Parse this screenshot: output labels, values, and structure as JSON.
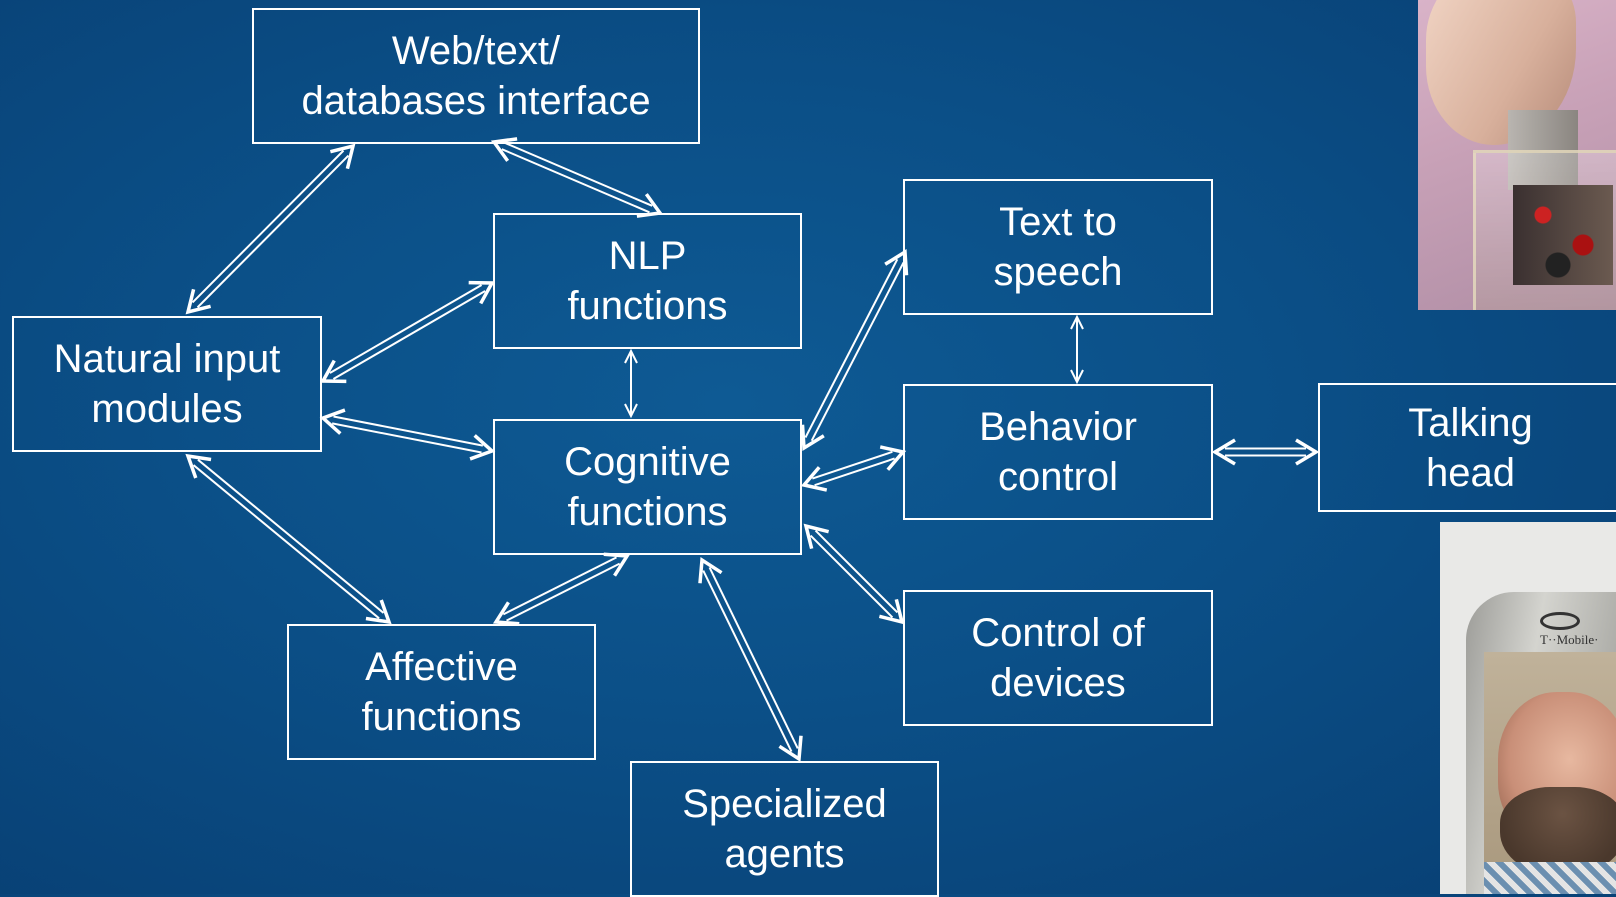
{
  "nodes": {
    "web_interface": "Web/text/\ndatabases interface",
    "nlp_functions": "NLP\nfunctions",
    "natural_input": "Natural input\nmodules",
    "cognitive_functions": "Cognitive\nfunctions",
    "affective_functions": "Affective\nfunctions",
    "specialized_agents": "Specialized\nagents",
    "text_to_speech": "Text to\nspeech",
    "behavior_control": "Behavior\ncontrol",
    "control_of_devices": "Control of\ndevices",
    "talking_head": "Talking\nhead"
  },
  "edges": [
    {
      "from": "natural_input",
      "to": "web_interface",
      "style": "bidirectional"
    },
    {
      "from": "web_interface",
      "to": "nlp_functions",
      "style": "bidirectional"
    },
    {
      "from": "natural_input",
      "to": "nlp_functions",
      "style": "bidirectional"
    },
    {
      "from": "natural_input",
      "to": "cognitive_functions",
      "style": "bidirectional"
    },
    {
      "from": "natural_input",
      "to": "affective_functions",
      "style": "bidirectional"
    },
    {
      "from": "nlp_functions",
      "to": "cognitive_functions",
      "style": "bidirectional-thin"
    },
    {
      "from": "cognitive_functions",
      "to": "affective_functions",
      "style": "bidirectional"
    },
    {
      "from": "cognitive_functions",
      "to": "specialized_agents",
      "style": "bidirectional"
    },
    {
      "from": "cognitive_functions",
      "to": "text_to_speech",
      "style": "bidirectional"
    },
    {
      "from": "cognitive_functions",
      "to": "behavior_control",
      "style": "bidirectional"
    },
    {
      "from": "cognitive_functions",
      "to": "control_of_devices",
      "style": "bidirectional"
    },
    {
      "from": "text_to_speech",
      "to": "behavior_control",
      "style": "bidirectional-thin"
    },
    {
      "from": "behavior_control",
      "to": "talking_head",
      "style": "bidirectional"
    }
  ],
  "photos": {
    "robot": {
      "icon": "robot-head-photo"
    },
    "phone": {
      "icon": "phone-avatar-photo",
      "brand_text": "T··Mobile·"
    }
  },
  "colors": {
    "background": "#0b4f87",
    "stroke": "#ffffff"
  }
}
